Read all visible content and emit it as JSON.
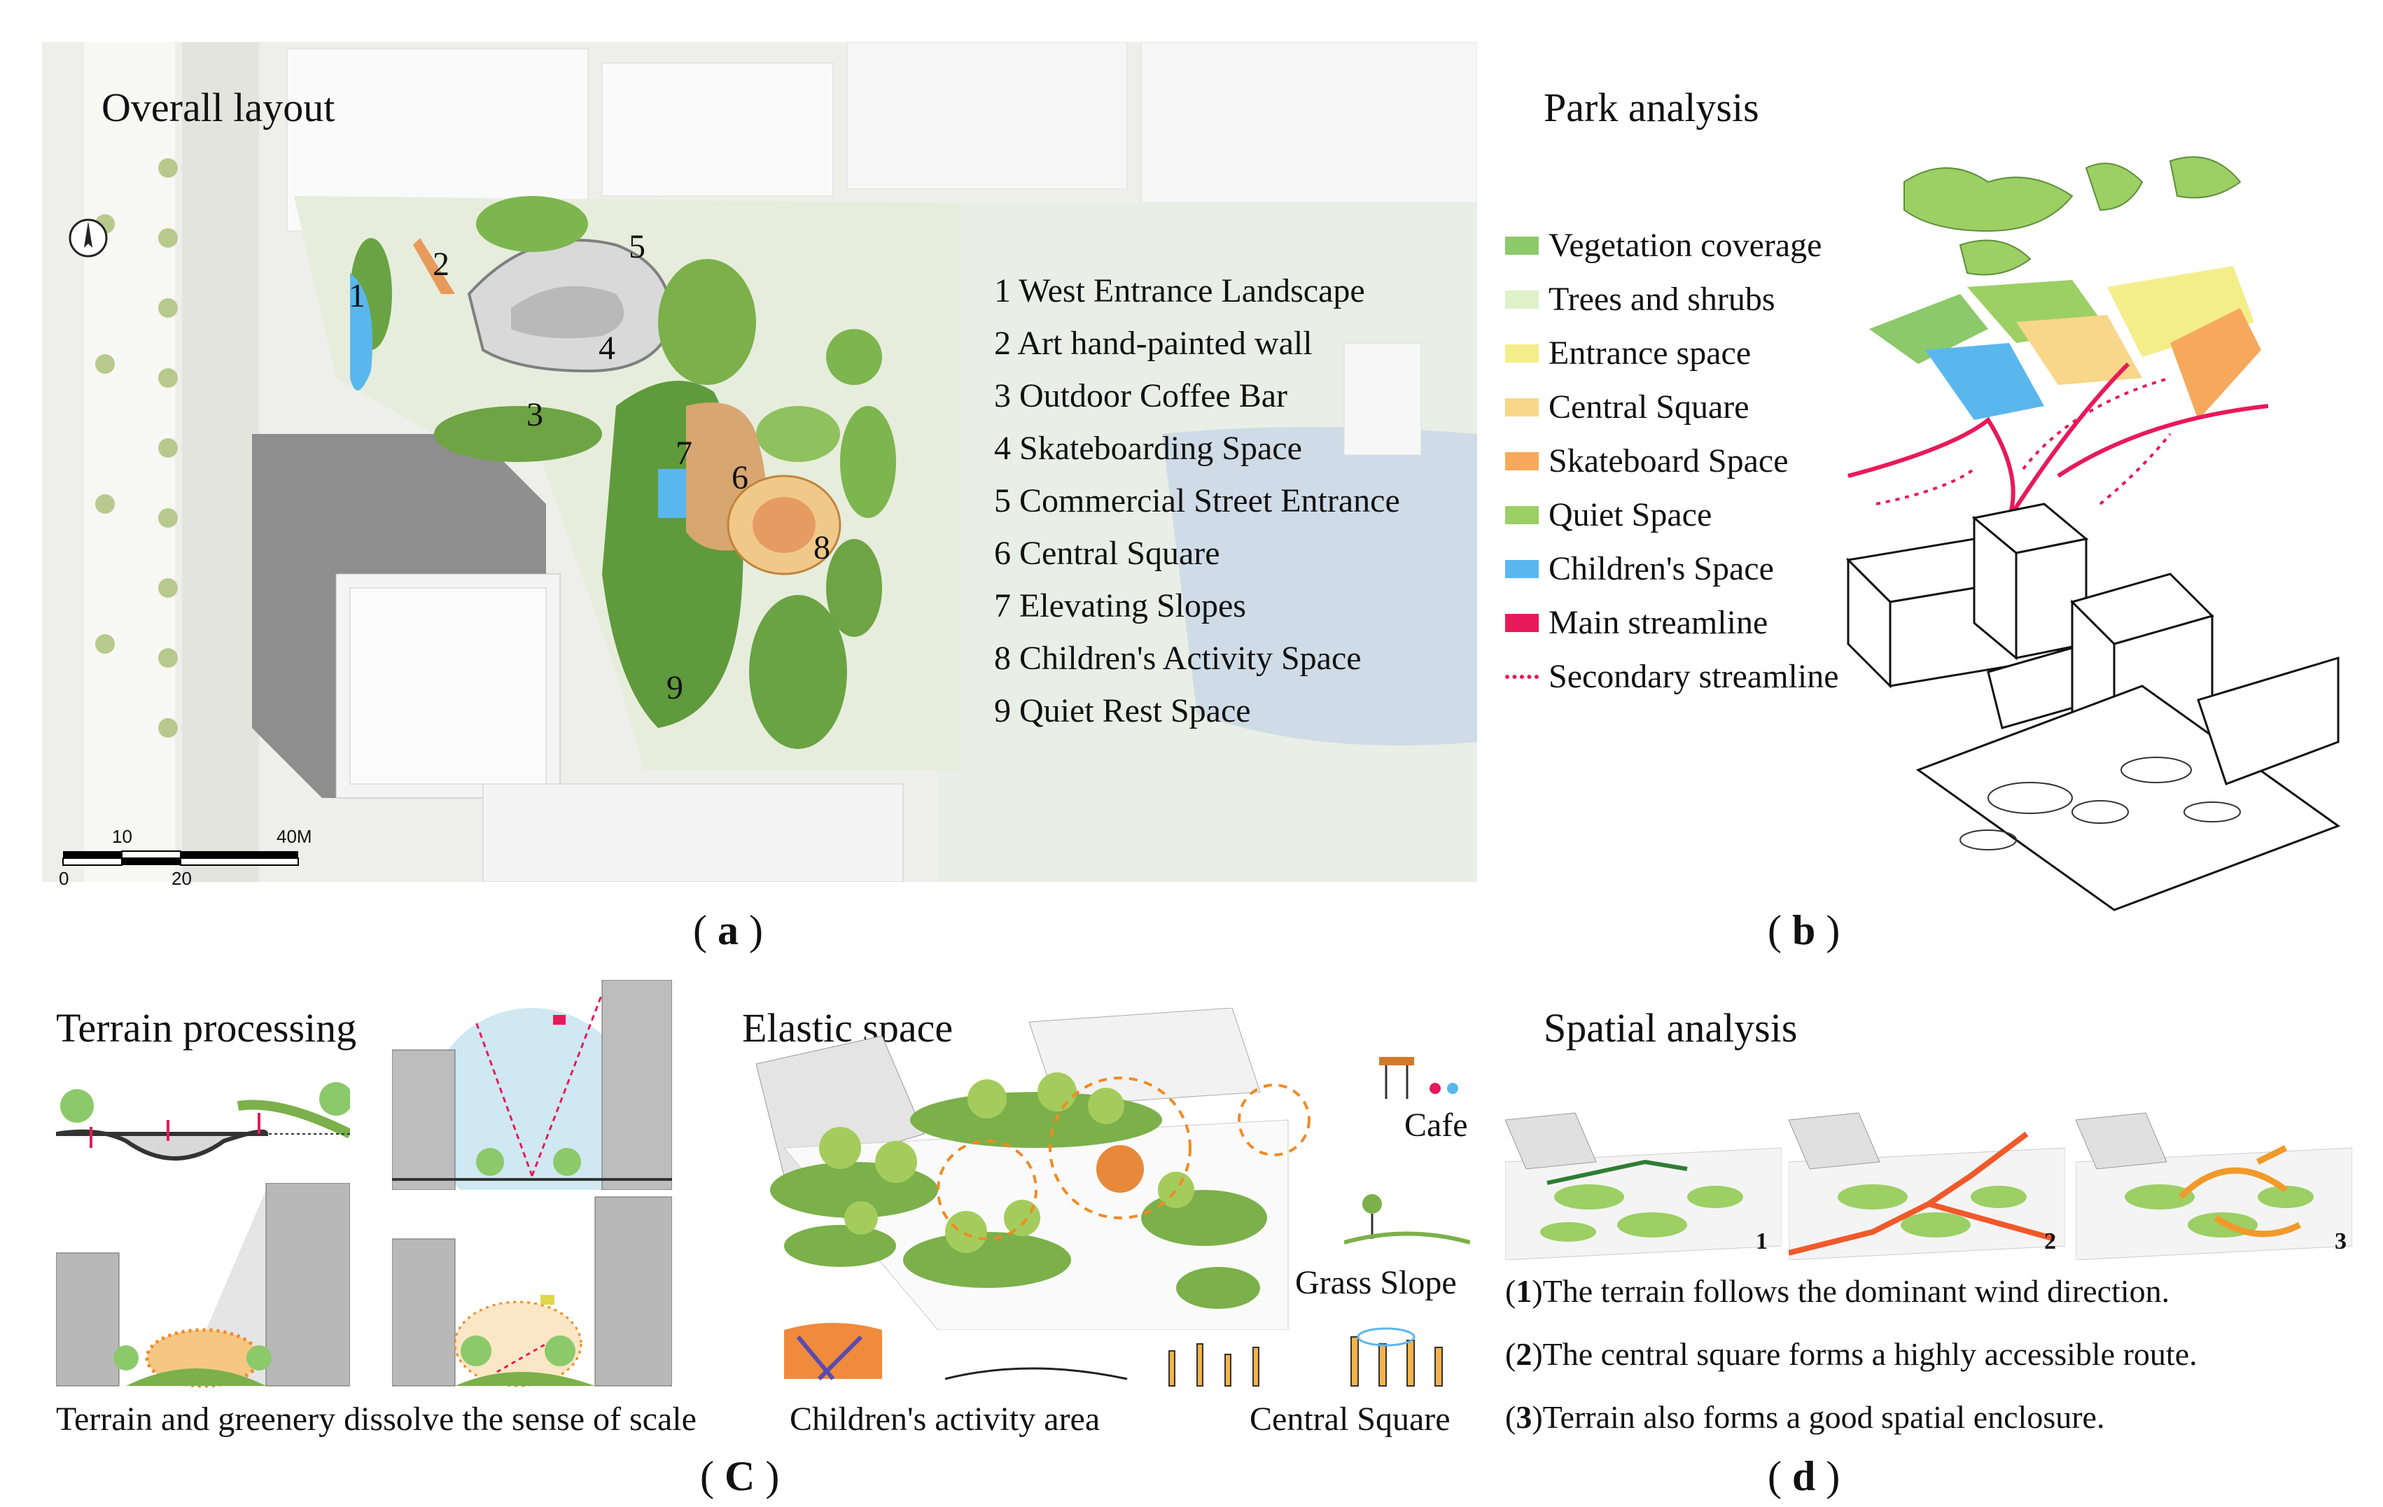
{
  "panel_a": {
    "title": "Overall layout",
    "label_open": "(",
    "label_letter": "a",
    "label_close": ")",
    "legend": [
      "1 West Entrance Landscape",
      "2 Art hand-painted wall",
      "3 Outdoor Coffee Bar",
      "4 Skateboarding Space",
      "5 Commercial Street Entrance",
      "6 Central Square",
      "7 Elevating Slopes",
      "8 Children's Activity Space",
      "9 Quiet Rest Space"
    ],
    "map_numbers": [
      "1",
      "2",
      "3",
      "4",
      "5",
      "6",
      "7",
      "8",
      "9"
    ],
    "scale": {
      "top_a": "10",
      "top_b": "40M",
      "bottom_a": "0",
      "bottom_b": "20"
    }
  },
  "panel_b": {
    "title": "Park analysis",
    "label_open": "(",
    "label_letter": "b",
    "label_close": ")",
    "legend": [
      {
        "label": "Vegetation coverage",
        "color": "#8cc96a"
      },
      {
        "label": "Trees and shrubs",
        "color": "#dff2c8"
      },
      {
        "label": "Entrance space",
        "color": "#f3ee8a"
      },
      {
        "label": "Central Square",
        "color": "#f8d68a"
      },
      {
        "label": "Skateboard Space",
        "color": "#f6a95c"
      },
      {
        "label": "Quiet Space",
        "color": "#9ccf64"
      },
      {
        "label": "Children's Space",
        "color": "#5ab7ee"
      },
      {
        "label": "Main streamline",
        "color": "#e8195a"
      },
      {
        "label": "Secondary streamline",
        "color": "#e8195a"
      }
    ]
  },
  "panel_c": {
    "title": "Terrain processing",
    "caption": "Terrain and greenery dissolve the sense of scale",
    "label_open": "(",
    "label_letter": "C",
    "label_close": ")"
  },
  "panel_elastic": {
    "title": "Elastic space",
    "cafe": "Cafe",
    "grass_slope": "Grass Slope",
    "children_area": "Children's activity area",
    "central_square": "Central Square"
  },
  "panel_d": {
    "title": "Spatial analysis",
    "label_open": "(",
    "label_letter": "d",
    "label_close": ")",
    "thumb_numbers": [
      "1",
      "2",
      "3"
    ],
    "statements": [
      {
        "num": "1",
        "text": "The terrain follows the dominant wind direction."
      },
      {
        "num": "2",
        "text": "The central square forms a highly accessible route."
      },
      {
        "num": "3",
        "text": "Terrain also forms a good spatial enclosure."
      }
    ]
  }
}
